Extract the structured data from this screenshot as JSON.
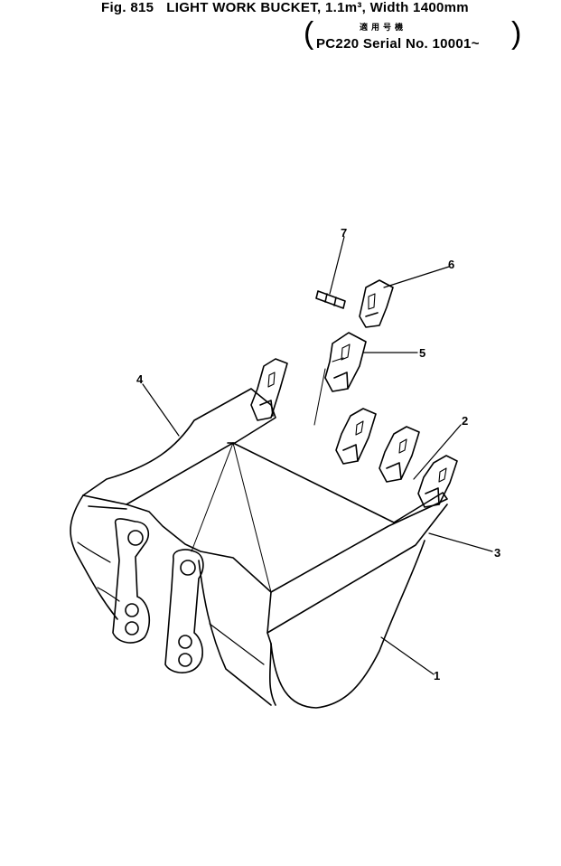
{
  "header": {
    "fig": "Fig. 815",
    "title": "LIGHT WORK BUCKET, 1.1m³, Width 1400mm",
    "jp_label": "適用号機",
    "serial": "PC220 Serial No. 10001~"
  },
  "callouts": {
    "c1": "1",
    "c2": "2",
    "c3": "3",
    "c4": "4",
    "c5": "5",
    "c6": "6",
    "c7": "7"
  }
}
